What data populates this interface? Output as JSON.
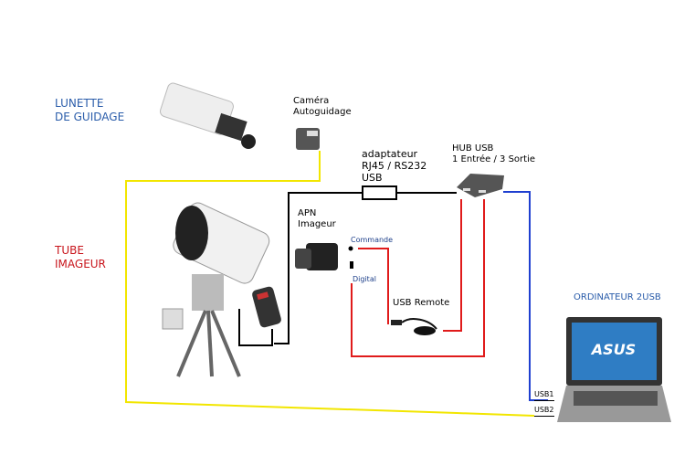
{
  "labels": {
    "guide_scope": [
      "LUNETTE",
      "DE GUIDAGE"
    ],
    "imaging_tube": [
      "TUBE",
      "IMAGEUR"
    ],
    "guide_camera": [
      "Caméra",
      "Autoguidage"
    ],
    "adapter": [
      "adaptateur",
      "RJ45 / RS232",
      "USB"
    ],
    "hub": [
      "HUB USB",
      "1 Entrée / 3 Sortie"
    ],
    "dslr": [
      "APN",
      "Imageur"
    ],
    "commande": "Commande",
    "digital": "Digital",
    "usb_remote": "USB  Remote",
    "computer": "ORDINATEUR 2USB",
    "usb1": "USB1",
    "usb2": "USB2",
    "laptop_brand": "ASUS"
  },
  "colors": {
    "guide_wire": "#f2e600",
    "mount_wire": "#000000",
    "remote_wire": "#e01b1b",
    "pc_wire": "#1f3fd0",
    "title_blue": "#2a5caa",
    "title_red": "#c8161d"
  }
}
